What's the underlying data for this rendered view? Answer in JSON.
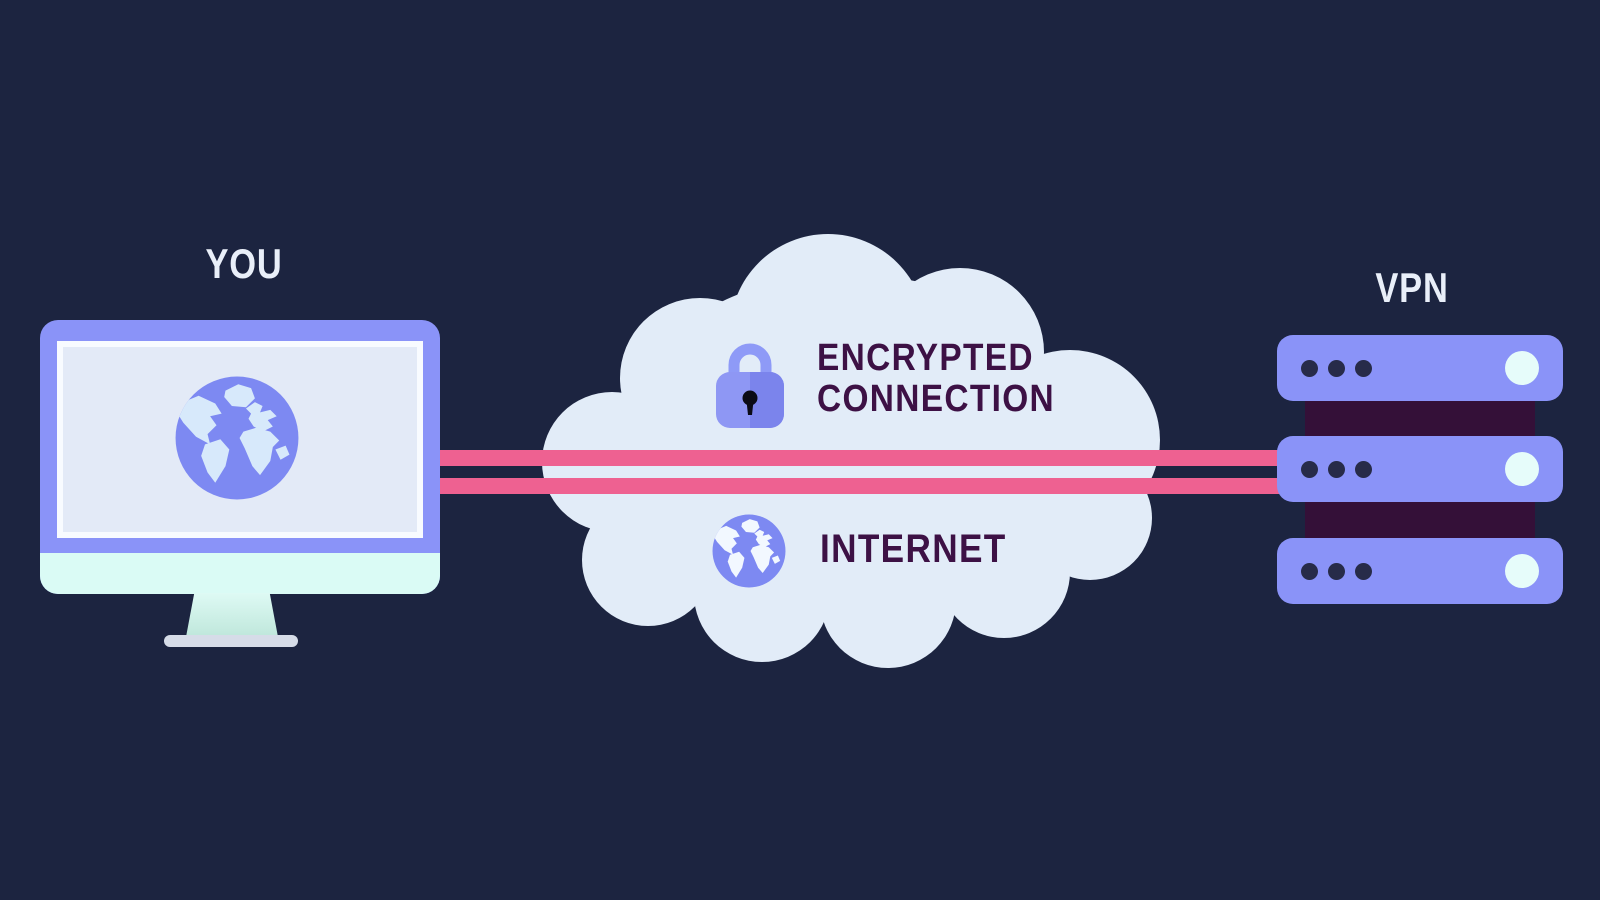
{
  "colors": {
    "bg": "#1c2440",
    "pink": "#ee6191",
    "purple": "#8a93f8",
    "cloud": "#e2ecf8",
    "plum": "#341038",
    "ink": "#3d1145",
    "lightText": "#e9eff9",
    "screen": "#e3eaf7",
    "screenBorder": "#f8fbff",
    "chin": "#dafbf5",
    "standTop": "#defaf4",
    "standBottom": "#bfe7db",
    "baseGray": "#d6dce8",
    "ocean": "#7d89f2",
    "landMonitor": "#d7e9fb",
    "landCloud": "#f2f8ff",
    "dot": "#272b49",
    "power": "#e6fcfa",
    "lockLight": "#8e97f4",
    "lockDark": "#7b84ec",
    "lockTab": "#6e78e2",
    "shackle": "#8e9af7",
    "keyhole": "#0b0b16"
  },
  "left": {
    "label": "YOU"
  },
  "center": {
    "encrypted_line1": "ENCRYPTED",
    "encrypted_line2": "CONNECTION",
    "internet_label": "INTERNET"
  },
  "right": {
    "label": "VPN"
  }
}
